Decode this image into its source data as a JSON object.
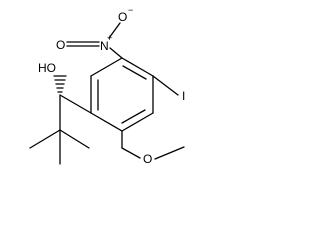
{
  "molecule": {
    "atoms": {
      "hydroxyl": "HO",
      "nitro_n": "N",
      "nitro_n_charge": "+",
      "nitro_o_top": "O",
      "nitro_o_top_charge": "−",
      "nitro_o_left": "O",
      "iodine": "I",
      "methoxy_o": "O"
    }
  }
}
